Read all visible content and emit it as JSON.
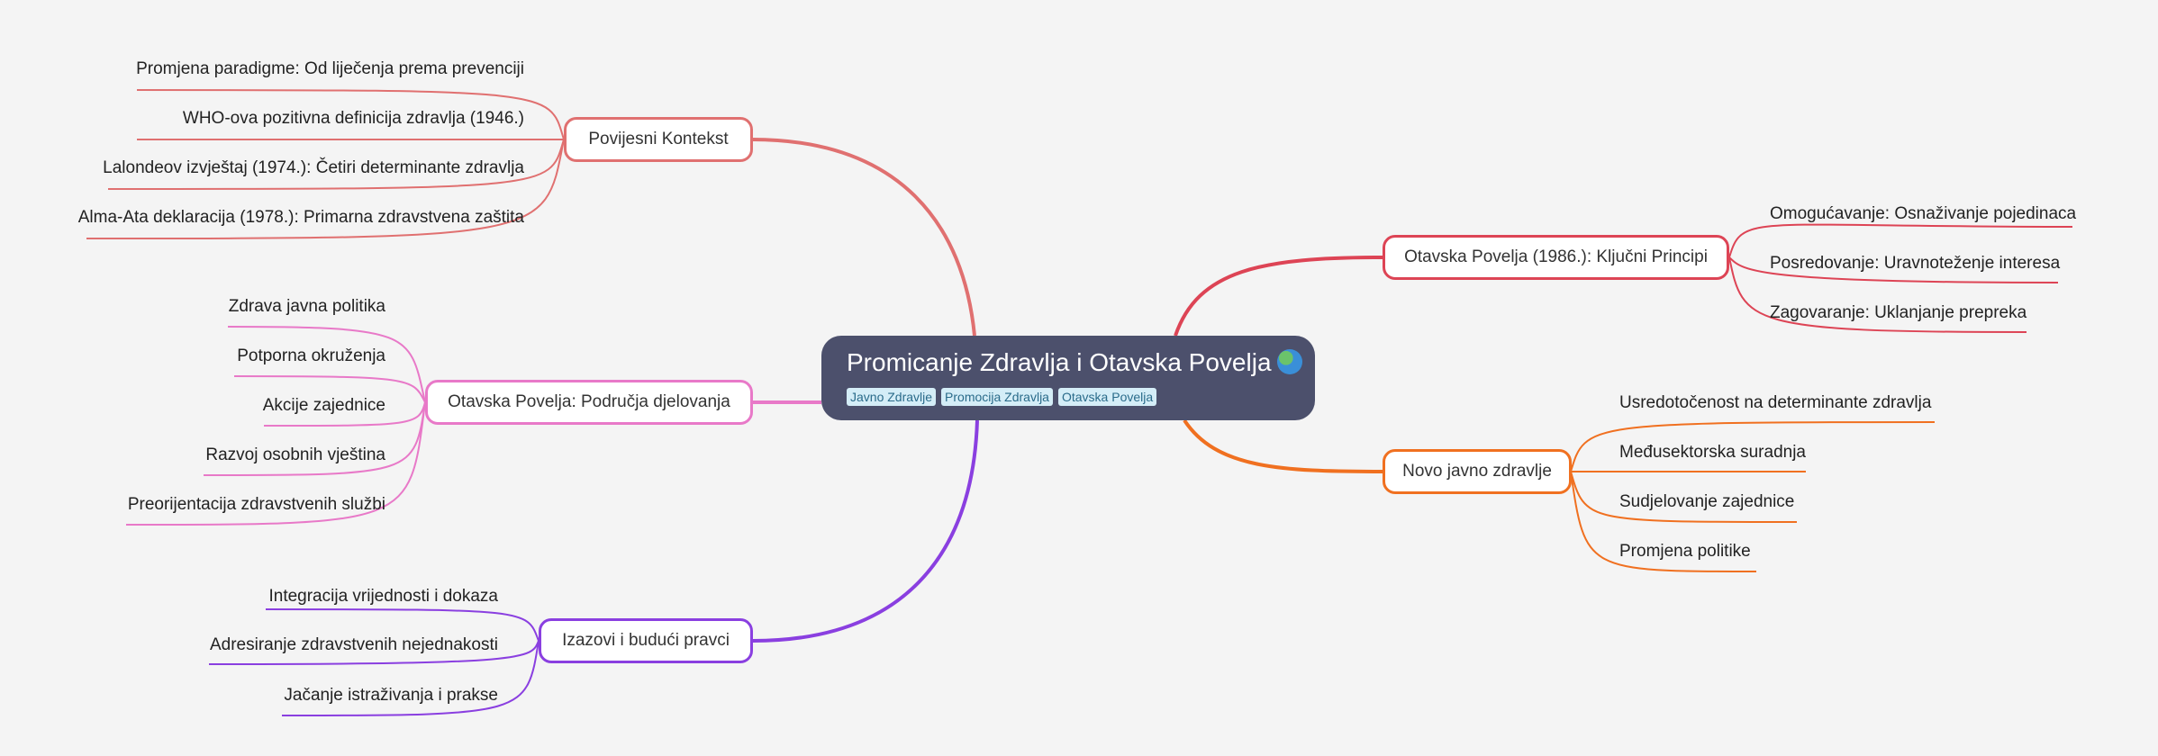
{
  "root": {
    "title": "Promicanje Zdravlja i Otavska Povelja",
    "icon": "globe-icon",
    "tags": [
      "Javno Zdravlje",
      "Promocija Zdravlja",
      "Otavska Povelja"
    ]
  },
  "branches": [
    {
      "label": "Povijesni Kontekst",
      "color": "#e07070",
      "children": [
        "Promjena paradigme: Od liječenja prema prevenciji",
        "WHO-ova pozitivna definicija zdravlja (1946.)",
        "Lalondeov izvještaj (1974.): Četiri determinante zdravlja",
        "Alma-Ata deklaracija (1978.): Primarna zdravstvena zaštita"
      ]
    },
    {
      "label": "Otavska Povelja: Područja djelovanja",
      "color": "#e879c8",
      "children": [
        "Zdrava javna politika",
        "Potporna okruženja",
        "Akcije zajednice",
        "Razvoj osobnih vještina",
        "Preorijentacija zdravstvenih službi"
      ]
    },
    {
      "label": "Izazovi i budući pravci",
      "color": "#8a3fe0",
      "children": [
        "Integracija vrijednosti i dokaza",
        "Adresiranje zdravstvenih nejednakosti",
        "Jačanje istraživanja i prakse"
      ]
    },
    {
      "label": "Otavska Povelja (1986.): Ključni Principi",
      "color": "#dd4455",
      "children": [
        "Omogućavanje: Osnaživanje pojedinaca",
        "Posredovanje: Uravnoteženje interesa",
        "Zagovaranje: Uklanjanje prepreka"
      ]
    },
    {
      "label": "Novo javno zdravlje",
      "color": "#f07020",
      "children": [
        "Usredotočenost na determinante zdravlja",
        "Međusektorska suradnja",
        "Sudjelovanje zajednice",
        "Promjena politike"
      ]
    }
  ]
}
